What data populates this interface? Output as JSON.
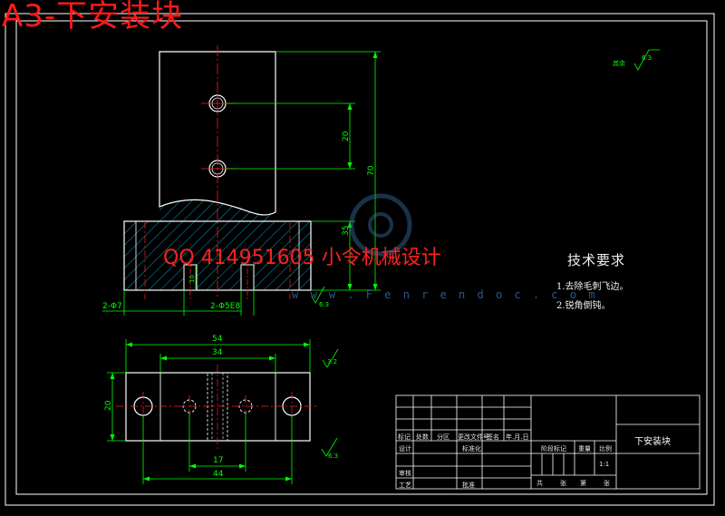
{
  "drawing": {
    "sheet_title": "A3-下安装块",
    "watermark_text": "QQ 414951605  小令机械设计",
    "watermark_url": "w w w . F e n r e n d o c . c o m",
    "part_name": "下安装块",
    "colors": {
      "background": "#000000",
      "part_outline": "#ffffff",
      "dimension": "#00ff00",
      "center_line": "#ff2020",
      "hatch": "#00c8ff",
      "watermark": "#ff1a1a"
    }
  },
  "roughness": {
    "other_label": "其余",
    "other_value": "6.3",
    "front_value": "6.3",
    "top_value": "3.2",
    "bottom_value": "6.3"
  },
  "front_view": {
    "dim_hole_spacing": "20",
    "dim_total_height": "70",
    "dim_base_height": "35",
    "dim_slot_depth": "10",
    "dim_slot_width": "2-Φ7",
    "dim_pin_fit": "2-Φ5E8"
  },
  "top_view": {
    "dim_total_width": "54",
    "dim_inner_width": "34",
    "dim_depth": "20",
    "dim_slot": "17",
    "dim_hole_span": "44"
  },
  "technical_requirements": {
    "title": "技术要求",
    "items": [
      "1.去除毛刺飞边。",
      "2.锐角倒钝。"
    ]
  },
  "title_block": {
    "row_labels": [
      "标记",
      "处数",
      "分区",
      "更改文件号",
      "签名",
      "年.月.日"
    ],
    "designer": "设计",
    "standardization": "标准化",
    "stage_mark": "阶段标记",
    "weight": "重量",
    "scale_label": "比例",
    "scale_value": "1:1",
    "checker": "审核",
    "process": "工艺",
    "approve": "批准",
    "total": "共",
    "sheet_unit": "张",
    "page": "第",
    "page_unit": "张"
  }
}
